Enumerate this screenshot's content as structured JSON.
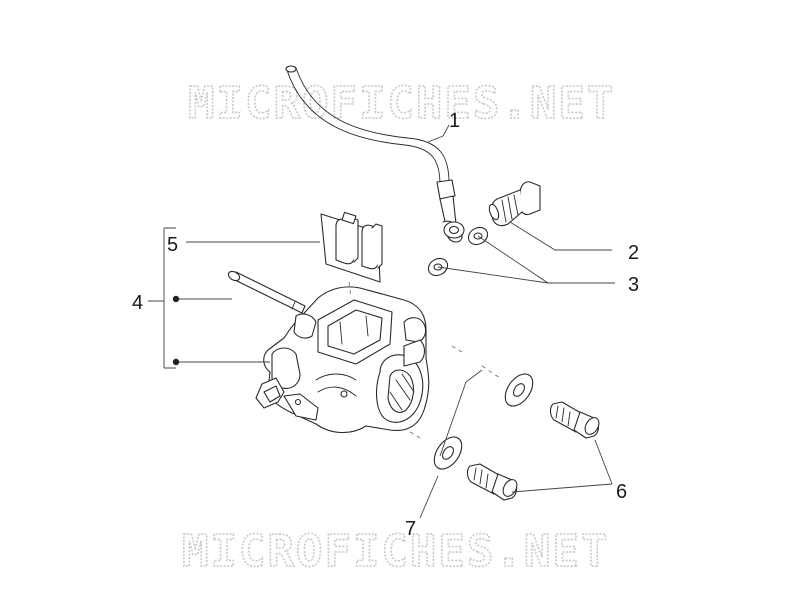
{
  "watermark": {
    "top": "MICROFICHES.NET",
    "bottom": "MICROFICHES.NET"
  },
  "callouts": [
    {
      "id": "1",
      "label": "1"
    },
    {
      "id": "2",
      "label": "2"
    },
    {
      "id": "3",
      "label": "3"
    },
    {
      "id": "4",
      "label": "4"
    },
    {
      "id": "5",
      "label": "5"
    },
    {
      "id": "6",
      "label": "6"
    },
    {
      "id": "7",
      "label": "7"
    }
  ]
}
